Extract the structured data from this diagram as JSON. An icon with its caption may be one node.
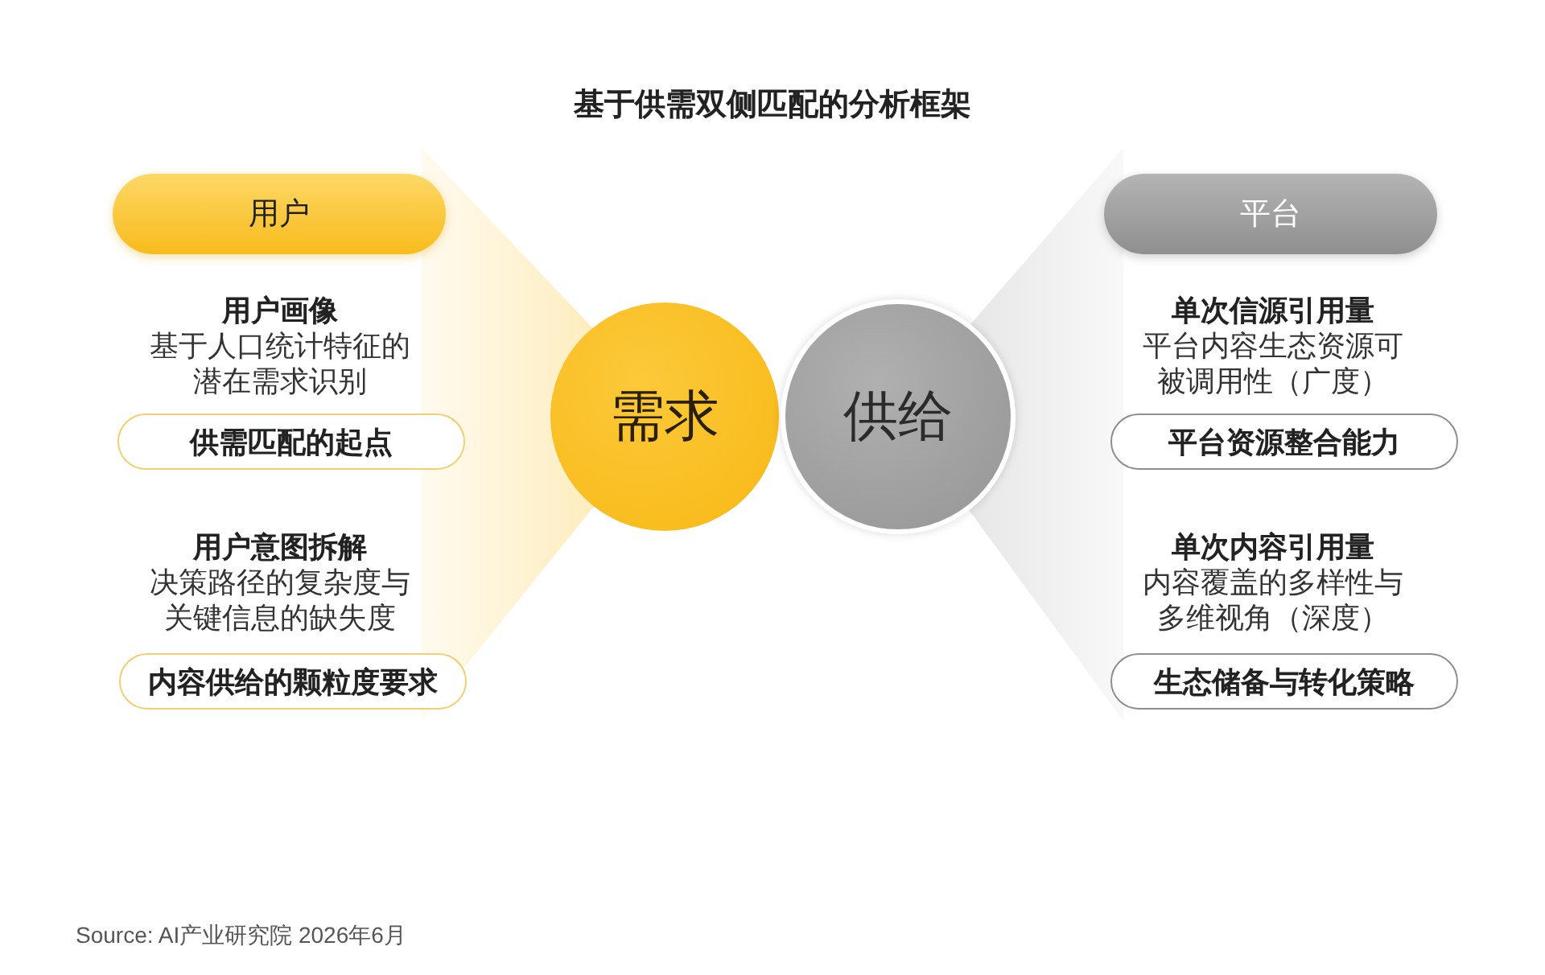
{
  "diagram": {
    "title": "基于供需双侧匹配的分析框架",
    "nodes": [
      {
        "text": [
          "用户"
        ]
      },
      {
        "text": [
          "供需匹配的起点"
        ]
      },
      {
        "text": [
          "内容供给的颗粒度要求"
        ]
      },
      {
        "text": [
          "需求"
        ]
      },
      {
        "text": [
          "供给"
        ]
      },
      {
        "text": [
          "平台"
        ]
      },
      {
        "text": [
          "平台资源整合能力"
        ]
      },
      {
        "text": [
          "生态储备与转化策略"
        ]
      }
    ],
    "labels": [
      "用户画像",
      "基于人口统计特征的潜在需求识别",
      "单次信源引用量",
      "平台内容生态资源可被调用性（广度）",
      "用户意图拆解",
      "决策路径的复杂度与关键信息的缺失度",
      "单次内容引用量",
      "内容覆盖的多样性与多维视角（深度）",
      "Source: AI产业研究院 2026年6月"
    ]
  }
}
